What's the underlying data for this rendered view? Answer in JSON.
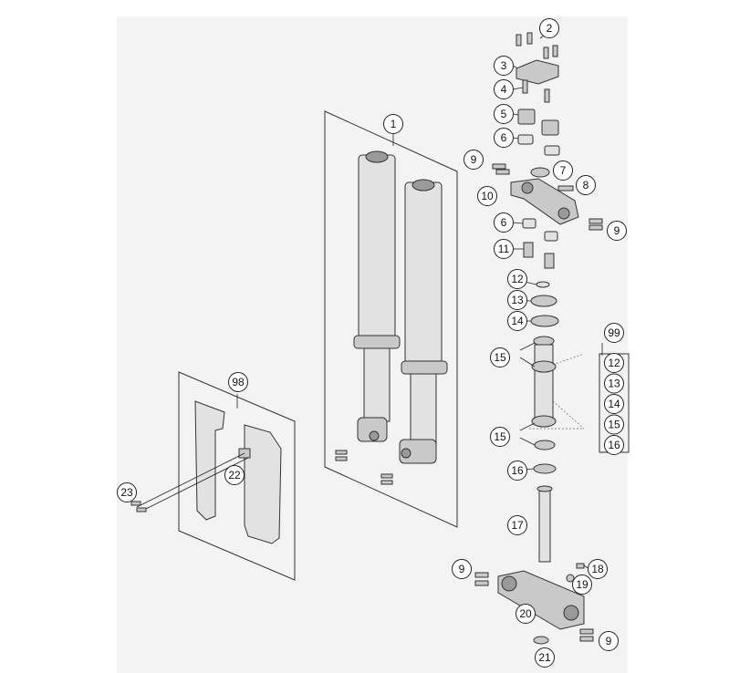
{
  "callouts": [
    {
      "id": "c1",
      "label": "1"
    },
    {
      "id": "c2",
      "label": "2"
    },
    {
      "id": "c3",
      "label": "3"
    },
    {
      "id": "c4",
      "label": "4"
    },
    {
      "id": "c5",
      "label": "5"
    },
    {
      "id": "c6a",
      "label": "6"
    },
    {
      "id": "c7",
      "label": "7"
    },
    {
      "id": "c8",
      "label": "8"
    },
    {
      "id": "c9a",
      "label": "9"
    },
    {
      "id": "c9b",
      "label": "9"
    },
    {
      "id": "c10",
      "label": "10"
    },
    {
      "id": "c6b",
      "label": "6"
    },
    {
      "id": "c11",
      "label": "11"
    },
    {
      "id": "c12",
      "label": "12"
    },
    {
      "id": "c13",
      "label": "13"
    },
    {
      "id": "c14",
      "label": "14"
    },
    {
      "id": "c15a",
      "label": "15"
    },
    {
      "id": "c15b",
      "label": "15"
    },
    {
      "id": "c16",
      "label": "16"
    },
    {
      "id": "c17",
      "label": "17"
    },
    {
      "id": "c9c",
      "label": "9"
    },
    {
      "id": "c18",
      "label": "18"
    },
    {
      "id": "c19",
      "label": "19"
    },
    {
      "id": "c20",
      "label": "20"
    },
    {
      "id": "c9d",
      "label": "9"
    },
    {
      "id": "c21",
      "label": "21"
    },
    {
      "id": "c98",
      "label": "98"
    },
    {
      "id": "c22",
      "label": "22"
    },
    {
      "id": "c23",
      "label": "23"
    }
  ],
  "kit": {
    "header": "99",
    "items": [
      "12",
      "13",
      "14",
      "15",
      "16"
    ]
  }
}
